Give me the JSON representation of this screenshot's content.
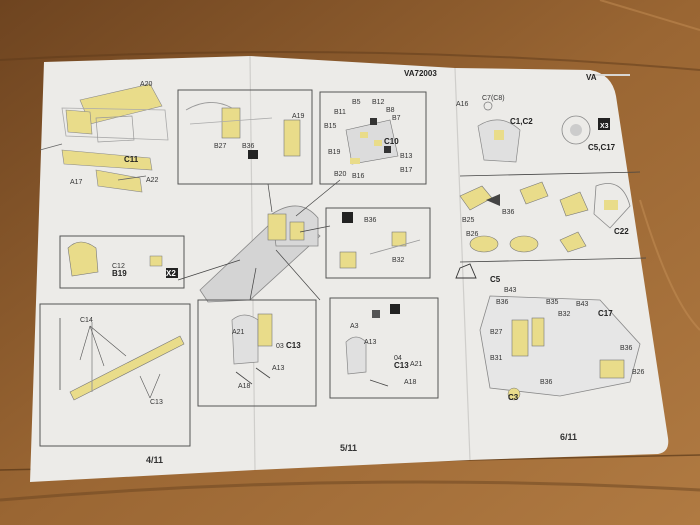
{
  "sheet": {
    "code": "VA72003",
    "code_right": "VA",
    "page_left": "4/11",
    "page_center": "5/11",
    "page_right": "6/11"
  },
  "labels": {
    "p4": [
      "A20",
      "C11",
      "A17",
      "A22",
      "C12",
      "B19",
      "X2",
      "C14",
      "C13"
    ],
    "p5": [
      "B27",
      "B36",
      "A19",
      "B5",
      "B12",
      "B11",
      "B8",
      "B15",
      "B7",
      "C10",
      "B13",
      "B19",
      "B17",
      "B20",
      "B16",
      "B36",
      "B32",
      "A21",
      "03",
      "C13",
      "A13",
      "A18",
      "A3",
      "A13",
      "04",
      "A21",
      "C13",
      "A18"
    ],
    "p6": [
      "A16",
      "C7(C8)",
      "C1,C2",
      "X3",
      "C5,C17",
      "B25",
      "B36",
      "C22",
      "B26",
      "C5",
      "B43",
      "B36",
      "B35",
      "B32",
      "B43",
      "C17",
      "B27",
      "B31",
      "B36",
      "B36",
      "B26",
      "C3"
    ]
  },
  "colors": {
    "wood": "#8a5a2c",
    "paper": "#ecebe8",
    "part": "#e9dc8a",
    "ink": "#333333"
  }
}
